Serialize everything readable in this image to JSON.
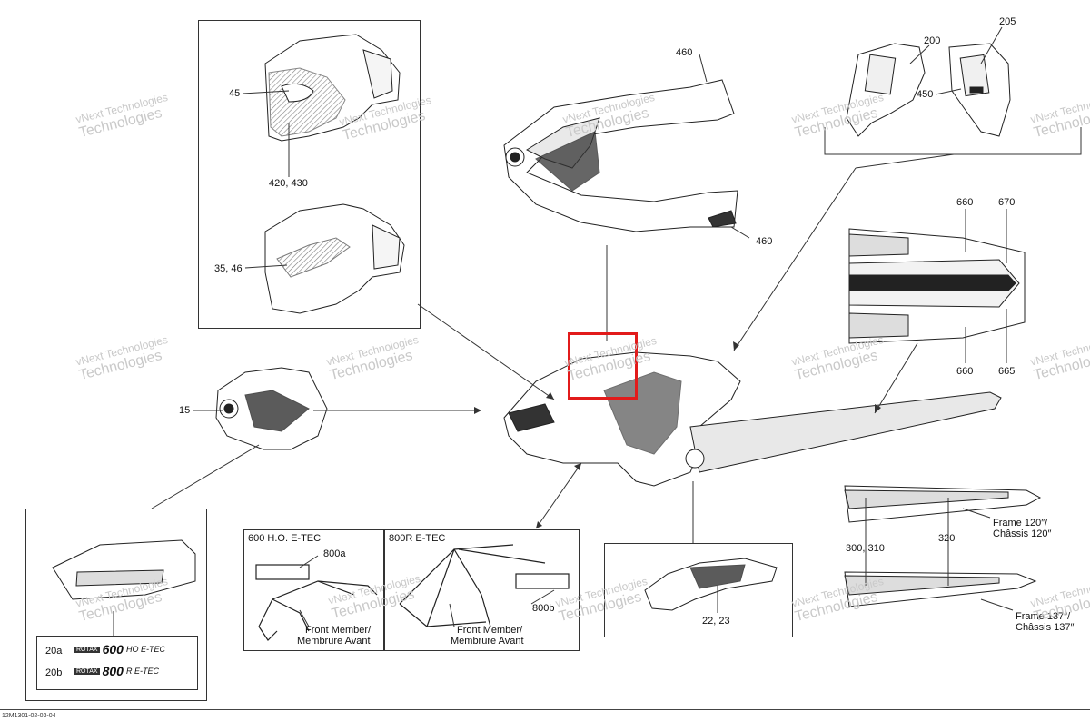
{
  "watermark": {
    "line1": "vNext Technologies",
    "line2": "Technologies"
  },
  "callouts": {
    "c45": "45",
    "c420_430": "420, 430",
    "c35_46": "35, 46",
    "c15": "15",
    "c460_top": "460",
    "c460_bottom": "460",
    "c200": "200",
    "c205": "205",
    "c450": "450",
    "c660_top": "660",
    "c670": "670",
    "c660_bottom": "660",
    "c665": "665",
    "c300_310": "300, 310",
    "c320": "320",
    "c22_23": "22, 23",
    "c800a": "800a",
    "c800b": "800b",
    "c20a": "20a",
    "c20b": "20b"
  },
  "engine_panels": {
    "left_title": "600 H.O. E-TEC",
    "right_title": "800R E-TEC",
    "left_caption_1": "Front Member/",
    "left_caption_2": "Membrure Avant",
    "right_caption_1": "Front Member/",
    "right_caption_2": "Membrure Avant"
  },
  "frames": {
    "f120_en": "Frame 120″/",
    "f120_fr": "Châssis 120″",
    "f137_en": "Frame 137″/",
    "f137_fr": "Châssis 137″"
  },
  "decals": {
    "rotax": "ROTAX",
    "d600": "600",
    "d600_suffix": "HO E-TEC",
    "d800": "800",
    "d800_suffix": "R E-TEC"
  },
  "diagram_ref": "12M1301-02-03-04",
  "colors": {
    "highlight": "#e21b1b",
    "line": "#333333",
    "watermark": "#c9c9c9"
  }
}
